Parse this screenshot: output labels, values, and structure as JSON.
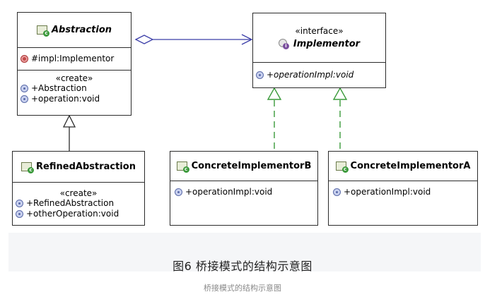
{
  "diagram": {
    "classes": {
      "abstraction": {
        "name": "Abstraction",
        "field": "#impl:Implementor",
        "stereotype": "«create»",
        "members": [
          "+Abstraction",
          "+operation:void"
        ]
      },
      "implementor": {
        "stereotype": "«interface»",
        "name": "Implementor",
        "members": [
          "+operationImpl:void"
        ]
      },
      "refined_abstraction": {
        "name": "RefinedAbstraction",
        "stereotype": "«create»",
        "members": [
          "+RefinedAbstraction",
          "+otherOperation:void"
        ]
      },
      "concrete_b": {
        "name": "ConcreteImplementorB",
        "members": [
          "+operationImpl:void"
        ]
      },
      "concrete_a": {
        "name": "ConcreteImplementorA",
        "members": [
          "+operationImpl:void"
        ]
      }
    }
  },
  "caption": {
    "main": "图6  桥接模式的结构示意图",
    "sub": "桥接模式的结构示意图"
  },
  "colors": {
    "association": "#3b3ea8",
    "realization": "#3a9a3a",
    "border": "#2b2b2b",
    "figure_background": "#f5f6f8"
  }
}
